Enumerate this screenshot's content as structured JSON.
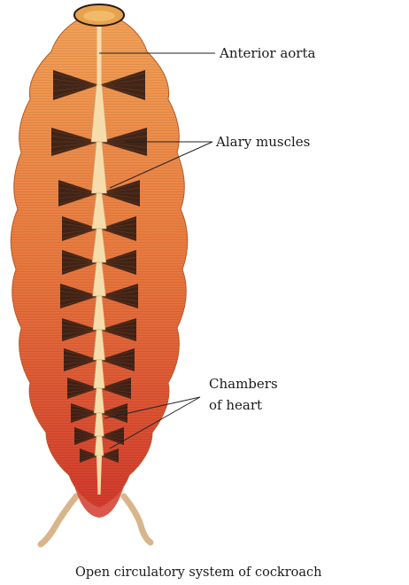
{
  "labels": {
    "anterior_aorta": "Anterior aorta",
    "alary_muscles": "Alary muscles",
    "chambers_line1": "Chambers",
    "chambers_line2": "of heart"
  },
  "caption": "Open circulatory system of cockroach",
  "colors": {
    "body_top": "#f3a257",
    "body_mid": "#e9793e",
    "body_bottom": "#d23a2c",
    "heart": "#f6dcab",
    "muscle": "#2d1a12",
    "head": "#e8a24c",
    "cerci": "#d9b58c"
  }
}
